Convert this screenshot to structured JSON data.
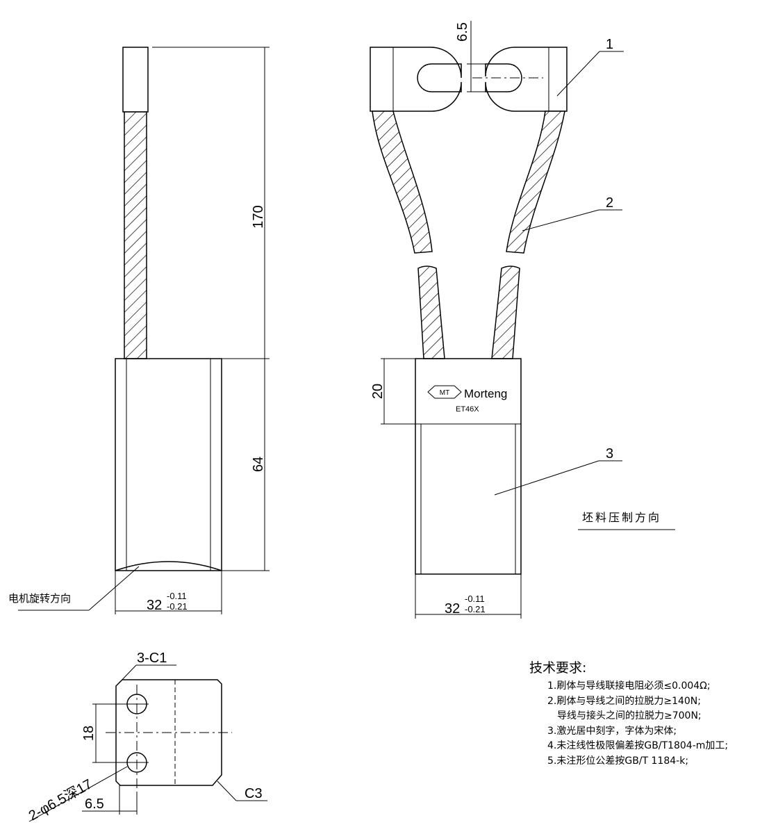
{
  "front_view": {
    "dim_total_length": "170",
    "dim_block_length": "64",
    "dim_width": "32",
    "tol_upper": "-0.11",
    "tol_lower": "-0.21",
    "rotation_label": "电机旋转方向"
  },
  "side_view": {
    "dim_gap": "6.5",
    "dim_head_height": "20",
    "dim_width": "32",
    "tol_upper": "-0.11",
    "tol_lower": "-0.21",
    "brand_name": "Morteng",
    "brand_logo_text": "MT",
    "model_code": "ET46X",
    "callouts": [
      "1",
      "2",
      "3"
    ],
    "press_direction_label": "坯料压制方向"
  },
  "top_view": {
    "chamfer_top": "3-C1",
    "chamfer_corner": "C3",
    "dim_hole_spacing": "18",
    "dim_hole_offset": "6.5",
    "hole_spec": "2-φ6.5深17"
  },
  "technical_requirements": {
    "title": "技术要求:",
    "items": [
      "1.刷体与导线联接电阻必须≤0.004Ω;",
      "2.刷体与导线之间的拉脱力≥140N;",
      "导线与接头之间的拉脱力≥700N;",
      "3.激光居中刻字，字体为宋体;",
      "4.未注线性极限偏差按GB/T1804-m加工;",
      "5.未注形位公差按GB/T 1184-k;"
    ]
  }
}
